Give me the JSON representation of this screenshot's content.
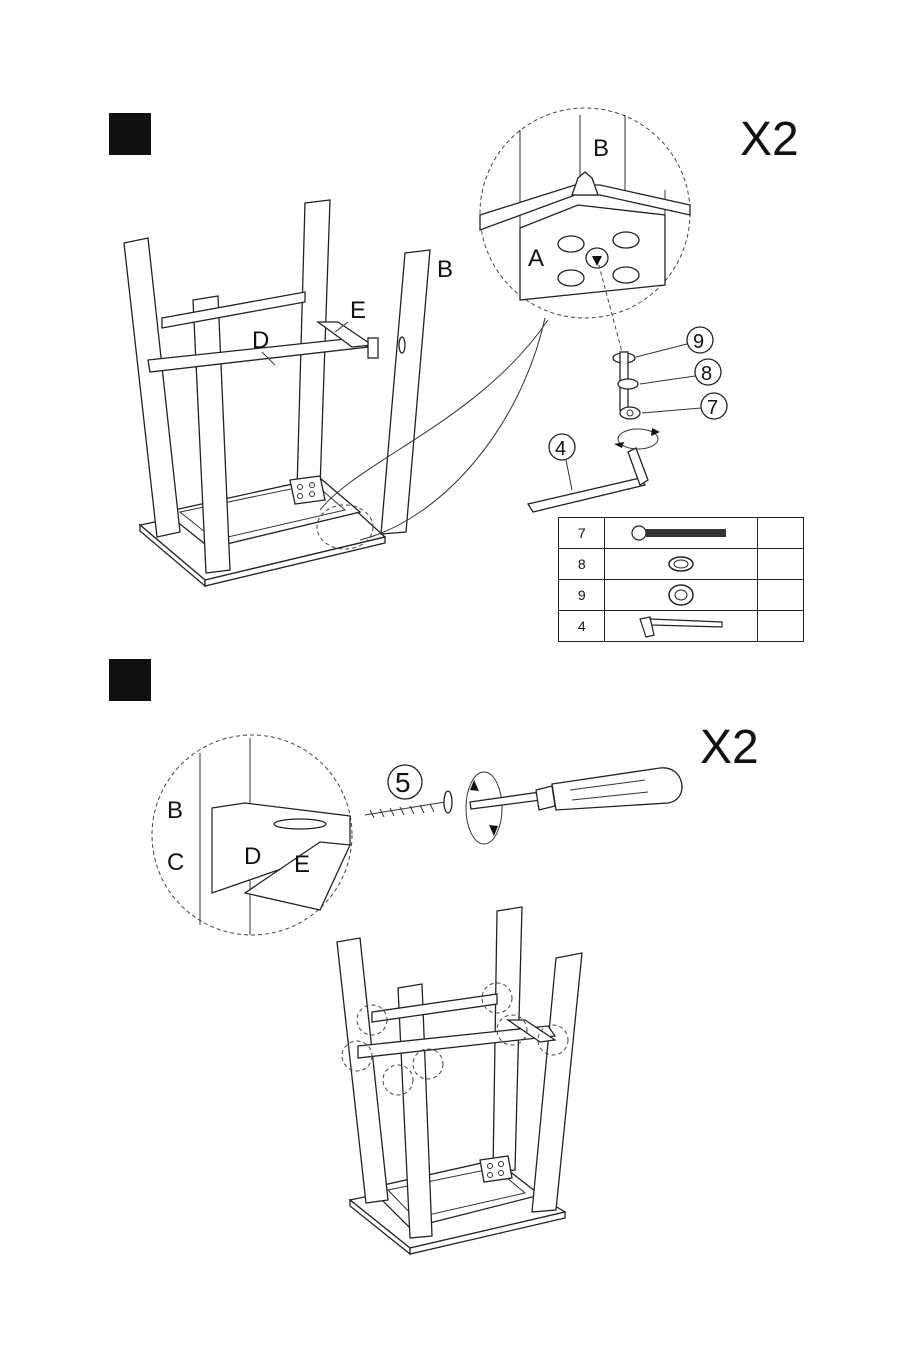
{
  "step1": {
    "quantity": "X2",
    "part_labels": {
      "b_leg": "B",
      "e_block": "E",
      "d_rail": "D"
    },
    "detail_labels": {
      "b": "B",
      "a": "A"
    },
    "callouts": [
      "9",
      "8",
      "7",
      "4"
    ]
  },
  "parts_table": {
    "rows": [
      {
        "number": "7",
        "icon": "bolt-icon"
      },
      {
        "number": "8",
        "icon": "spring-washer-icon"
      },
      {
        "number": "9",
        "icon": "flat-washer-icon"
      },
      {
        "number": "4",
        "icon": "allen-key-icon"
      }
    ]
  },
  "step2": {
    "quantity": "X2",
    "callout": "5",
    "detail_labels": {
      "b": "B",
      "c": "C",
      "d": "D",
      "e": "E"
    }
  }
}
